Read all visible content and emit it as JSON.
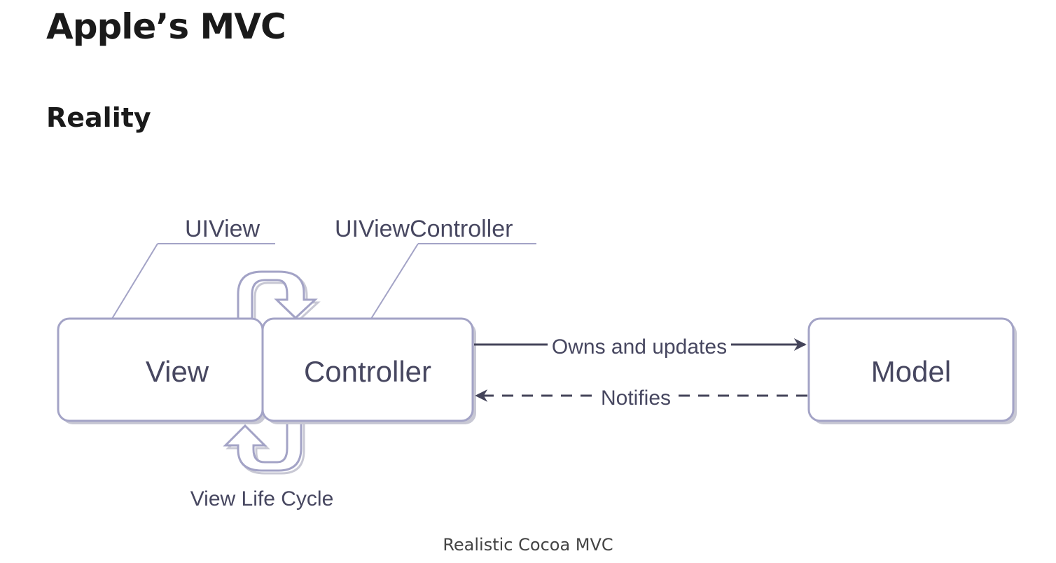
{
  "page": {
    "title": "Apple’s MVC",
    "section": "Reality",
    "caption": "Realistic Cocoa MVC"
  },
  "diagram": {
    "nodes": {
      "view": "View",
      "controller": "Controller",
      "model": "Model"
    },
    "callouts": {
      "uiview": "UIView",
      "uiviewcontroller": "UIViewController"
    },
    "edges": {
      "owns": "Owns and updates",
      "notifies": "Notifies",
      "lifecycle": "View Life Cycle"
    },
    "colors": {
      "box_stroke": "#a3a3c6",
      "box_shadow": "#c8c8d4",
      "text": "#474760",
      "arrow": "#44445a"
    }
  }
}
